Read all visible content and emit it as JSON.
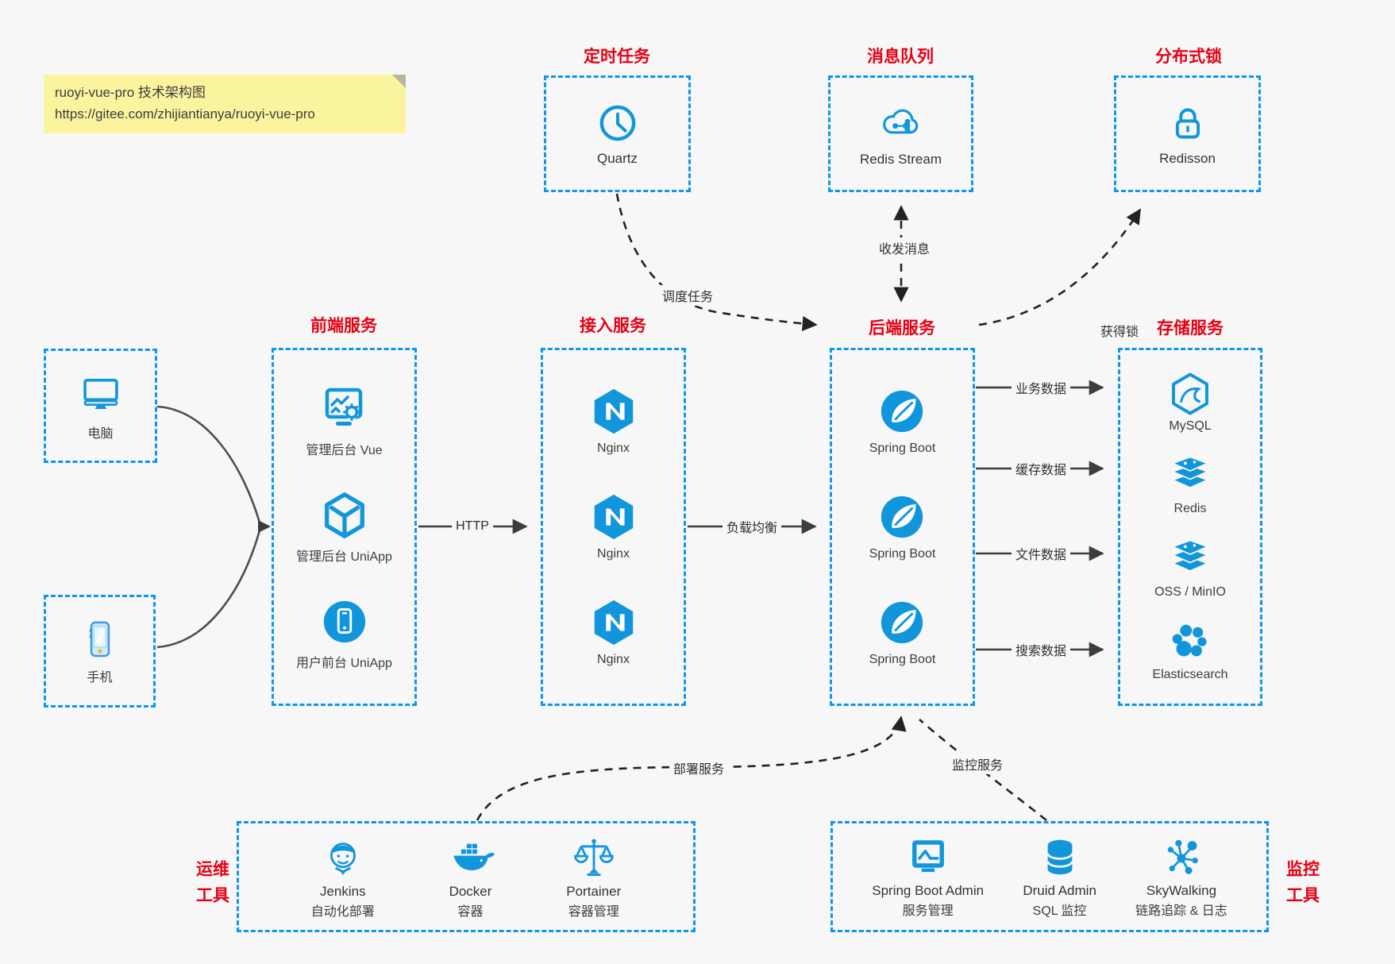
{
  "colors": {
    "accent_blue": "#1296db",
    "box_dash_blue": "#1095ec",
    "title_red": "#e60014",
    "note_bg": "#fbf49e",
    "line_dark": "#3d3d3d",
    "dashed_line": "#2a2a2a",
    "background": "#f7f7f7"
  },
  "note": {
    "title": "ruoyi-vue-pro 技术架构图",
    "url": "https://gitee.com/zhijiantianya/ruoyi-vue-pro"
  },
  "top_services": [
    {
      "title": "定时任务",
      "label": "Quartz"
    },
    {
      "title": "消息队列",
      "label": "Redis Stream"
    },
    {
      "title": "分布式锁",
      "label": "Redisson"
    }
  ],
  "clients": [
    {
      "label": "电脑"
    },
    {
      "label": "手机"
    }
  ],
  "columns": [
    {
      "title": "前端服务",
      "items": [
        {
          "label": "管理后台 Vue"
        },
        {
          "label": "管理后台 UniApp"
        },
        {
          "label": "用户前台 UniApp"
        }
      ]
    },
    {
      "title": "接入服务",
      "items": [
        {
          "label": "Nginx"
        },
        {
          "label": "Nginx"
        },
        {
          "label": "Nginx"
        }
      ]
    },
    {
      "title": "后端服务",
      "items": [
        {
          "label": "Spring Boot"
        },
        {
          "label": "Spring Boot"
        },
        {
          "label": "Spring Boot"
        }
      ]
    },
    {
      "title": "存储服务",
      "items": [
        {
          "label": "MySQL"
        },
        {
          "label": "Redis"
        },
        {
          "label": "OSS / MinIO"
        },
        {
          "label": "Elasticsearch"
        }
      ]
    }
  ],
  "bottom_groups": [
    {
      "title": "运维\n工具",
      "items": [
        {
          "name": "Jenkins",
          "desc": "自动化部署"
        },
        {
          "name": "Docker",
          "desc": "容器"
        },
        {
          "name": "Portainer",
          "desc": "容器管理"
        }
      ]
    },
    {
      "title": "监控\n工具",
      "items": [
        {
          "name": "Spring Boot Admin",
          "desc": "服务管理"
        },
        {
          "name": "Druid Admin",
          "desc": "SQL 监控"
        },
        {
          "name": "SkyWalking",
          "desc": "链路追踪 & 日志"
        }
      ]
    }
  ],
  "edges": {
    "http": "HTTP",
    "load_balance": "负载均衡",
    "business_data": "业务数据",
    "cache_data": "缓存数据",
    "file_data": "文件数据",
    "search_data": "搜索数据",
    "schedule_task": "调度任务",
    "send_receive_message": "收发消息",
    "acquire_lock": "获得锁",
    "deploy_service": "部署服务",
    "monitor_service": "监控服务"
  }
}
